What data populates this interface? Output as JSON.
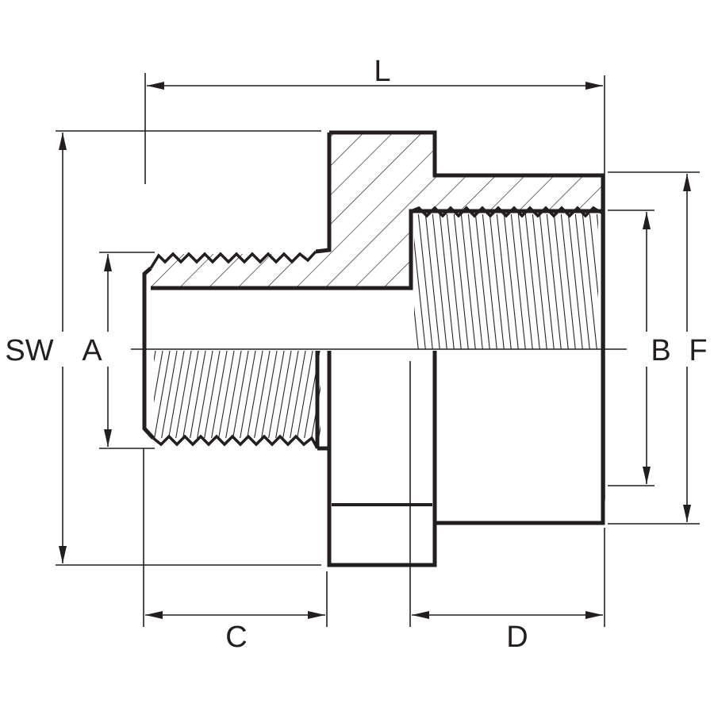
{
  "labels": {
    "L": "L",
    "SW": "SW",
    "A": "A",
    "B": "B",
    "F": "F",
    "C": "C",
    "D": "D"
  },
  "colors": {
    "ink": "#231f20",
    "background": "#ffffff"
  }
}
